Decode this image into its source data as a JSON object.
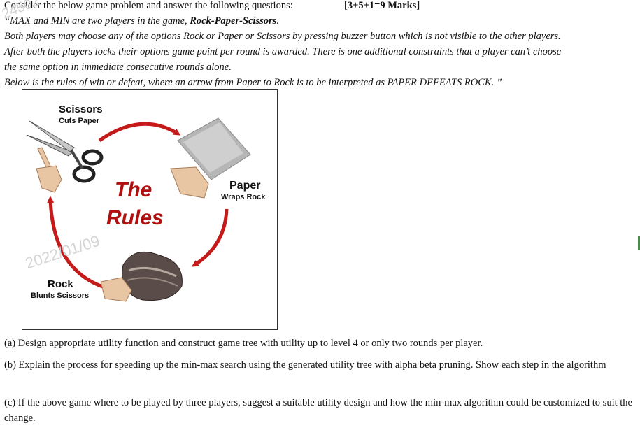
{
  "header": {
    "intro": "Consider the below game problem and answer the following questions:",
    "marks": "[3+5+1=9 Marks]"
  },
  "body_lines": [
    "“MAX and MIN are two players in the game, ",
    "Both players may choose any of the options Rock or Paper or Scissors by pressing buzzer button which is not visible to the other players.",
    "After both the players locks their options game point per round is awarded. There is one additional constraints that a player can’t choose",
    "the same option in immediate consecutive rounds alone.",
    "Below is the rules of win or defeat, where an arrow from Paper to Rock is to be interpreted as PAPER DEFEATS ROCK. ”"
  ],
  "game_name": "Rock-Paper-Scissors",
  "figure": {
    "scissors_title": "Scissors",
    "scissors_sub": "Cuts Paper",
    "paper_title": "Paper",
    "paper_sub": "Wraps Rock",
    "rock_title": "Rock",
    "rock_sub": "Blunts Scissors",
    "center_line1": "The",
    "center_line2": "Rules",
    "arrow_color": "#c41a1a"
  },
  "watermark": {
    "date": "2022/01/09",
    "code": "24502"
  },
  "questions": [
    "(a) Design appropriate utility function and construct game tree with utility up to level 4 or only two rounds per player.",
    "(b) Explain the process for speeding up the min-max search using the generated utility tree with alpha beta pruning. Show each step in the algorithm",
    "(c) If the above game where to be played by three players, suggest a suitable utility design and how the min-max algorithm could be customized to suit the change."
  ]
}
